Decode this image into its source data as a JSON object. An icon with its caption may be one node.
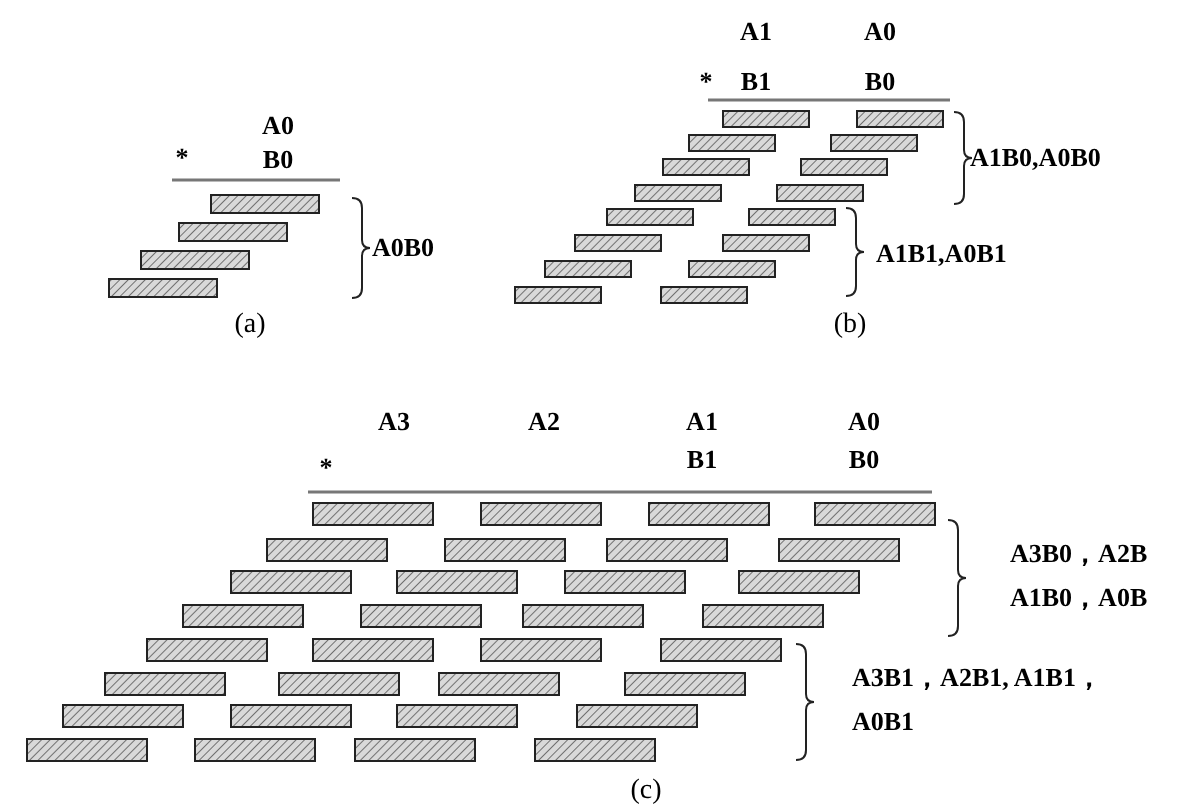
{
  "diagram": {
    "labels": [
      "A0",
      "*",
      "B0",
      "A0B0",
      "(a)",
      "A1",
      "A0",
      "*",
      "B1",
      "B0",
      "A1B0,A0B0",
      "A1B1,A0B1",
      "(b)",
      "A3",
      "A2",
      "A1",
      "A0",
      "*",
      "B1",
      "B0",
      "A3B0，A2B A1B0，A0B",
      "A3B1，A2B1, A1B1，A0B1",
      "(c)"
    ]
  }
}
